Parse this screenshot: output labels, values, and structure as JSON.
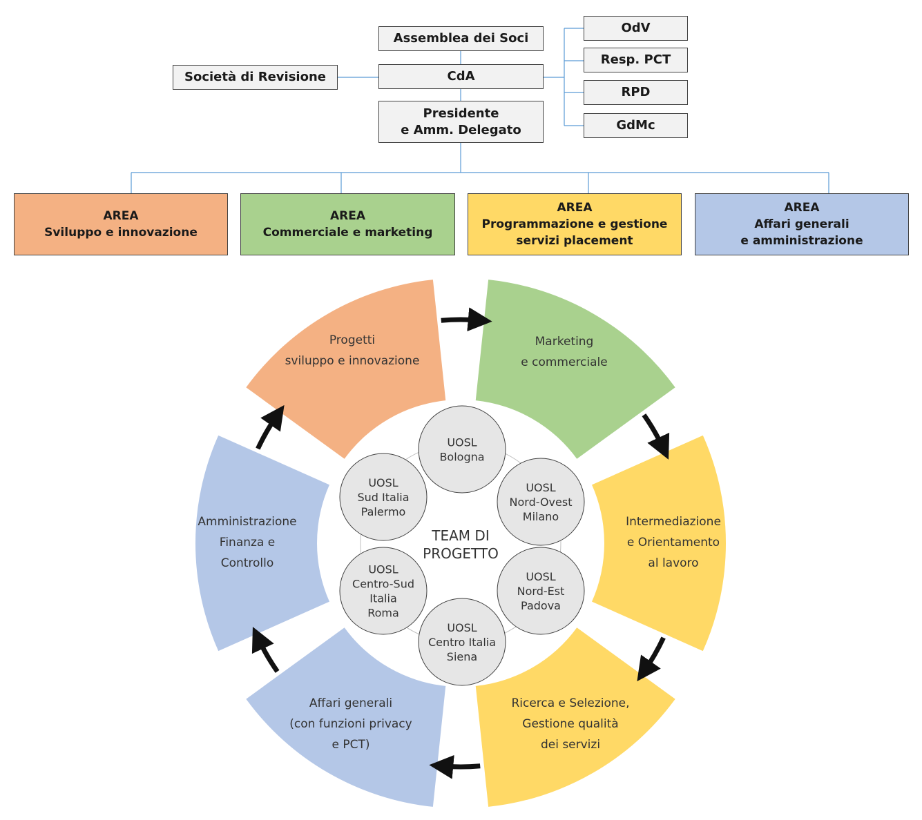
{
  "governance": {
    "assemblea": "Assemblea dei Soci",
    "cda": "CdA",
    "presidente": "Presidente\ne Amm. Delegato",
    "revisione": "Società di Revisione",
    "odv": "OdV",
    "resp_pct": "Resp. PCT",
    "rpd": "RPD",
    "gdmc": "GdMc"
  },
  "areas": [
    {
      "text": "AREA\nSviluppo e innovazione",
      "color": "#f4b183"
    },
    {
      "text": "AREA\nCommerciale e marketing",
      "color": "#a9d18e"
    },
    {
      "text": "AREA\nProgrammazione e gestione\nservizi placement",
      "color": "#ffd966"
    },
    {
      "text": "AREA\nAffari generali\ne amministrazione",
      "color": "#b4c7e7"
    }
  ],
  "wheel": {
    "segments": [
      {
        "lines": [
          "Progetti",
          "sviluppo e innovazione"
        ],
        "color": "#f4b183"
      },
      {
        "lines": [
          "Marketing",
          "e commerciale"
        ],
        "color": "#a9d18e"
      },
      {
        "lines": [
          "Intermediazione",
          "e Orientamento",
          "al lavoro"
        ],
        "color": "#ffd966"
      },
      {
        "lines": [
          "Ricerca e Selezione,",
          "Gestione qualità",
          "dei servizi"
        ],
        "color": "#ffd966"
      },
      {
        "lines": [
          "Affari generali",
          "(con funzioni privacy",
          "e PCT)"
        ],
        "color": "#b4c7e7"
      },
      {
        "lines": [
          "Amministrazione",
          "Finanza e",
          "Controllo"
        ],
        "color": "#b4c7e7"
      }
    ],
    "center": [
      "TEAM DI",
      "PROGETTO"
    ],
    "uosl": [
      [
        "UOSL",
        "Bologna"
      ],
      [
        "UOSL",
        "Nord-Ovest",
        "Milano"
      ],
      [
        "UOSL",
        "Nord-Est",
        "Padova"
      ],
      [
        "UOSL",
        "Centro Italia",
        "Siena"
      ],
      [
        "UOSL",
        "Centro-Sud",
        "Italia",
        "Roma"
      ],
      [
        "UOSL",
        "Sud Italia",
        "Palermo"
      ]
    ]
  }
}
